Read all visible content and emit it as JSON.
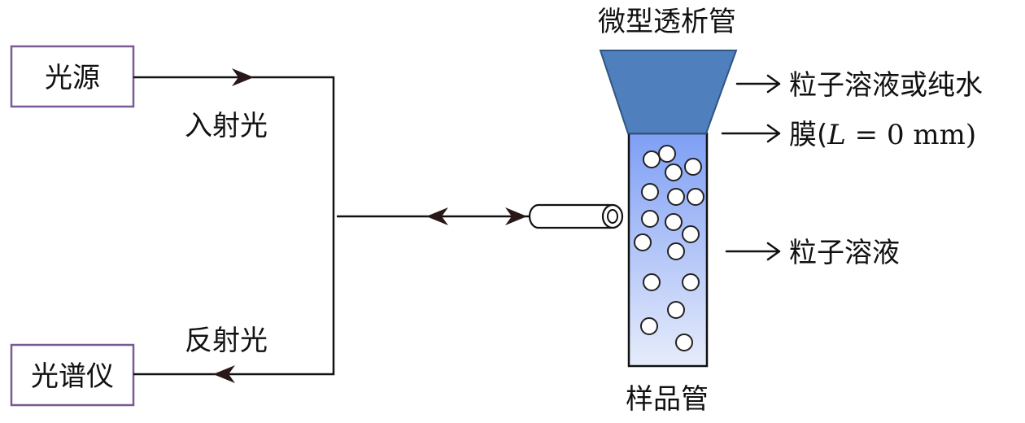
{
  "boxes": {
    "light_source": "光源",
    "spectrometer": "光谱仪"
  },
  "beams": {
    "incident": "入射光",
    "reflected": "反射光"
  },
  "tubes": {
    "dialysis": "微型透析管",
    "sample": "样品管"
  },
  "annotations": {
    "solution_or_water": "粒子溶液或纯水",
    "membrane_prefix": "膜(",
    "membrane_var": "L",
    "membrane_eq": " = 0 mm)",
    "particle_solution": "粒子溶液"
  },
  "colors": {
    "box_border": "#7a5a96",
    "funnel_fill": "#4f7fbd",
    "funnel_stroke": "#2f5680",
    "sample_top": "#7f9ff5",
    "sample_bottom": "#e6ecfb",
    "line": "#111111",
    "arrow_head": "#2a1818"
  }
}
